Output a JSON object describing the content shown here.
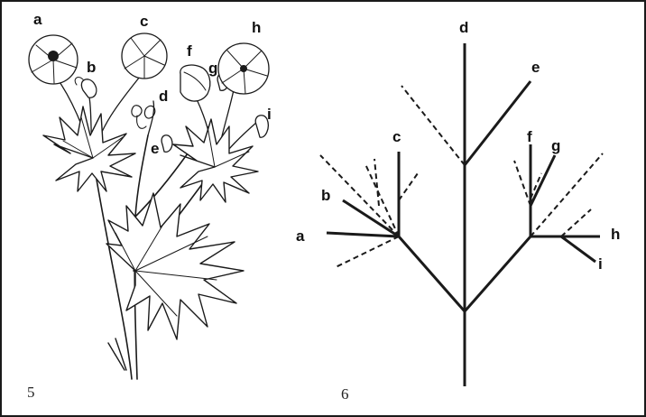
{
  "panel_left": {
    "number": "5",
    "labels": {
      "a": "a",
      "b": "b",
      "c": "c",
      "d": "d",
      "e": "e",
      "f": "f",
      "g": "g",
      "h": "h",
      "i": "i"
    }
  },
  "panel_right": {
    "number": "6",
    "labels": {
      "a": "a",
      "b": "b",
      "c": "c",
      "d": "d",
      "e": "e",
      "f": "f",
      "g": "g",
      "h": "h",
      "i": "i"
    }
  },
  "colors": {
    "ink": "#1a1a1a",
    "background": "#ffffff"
  }
}
